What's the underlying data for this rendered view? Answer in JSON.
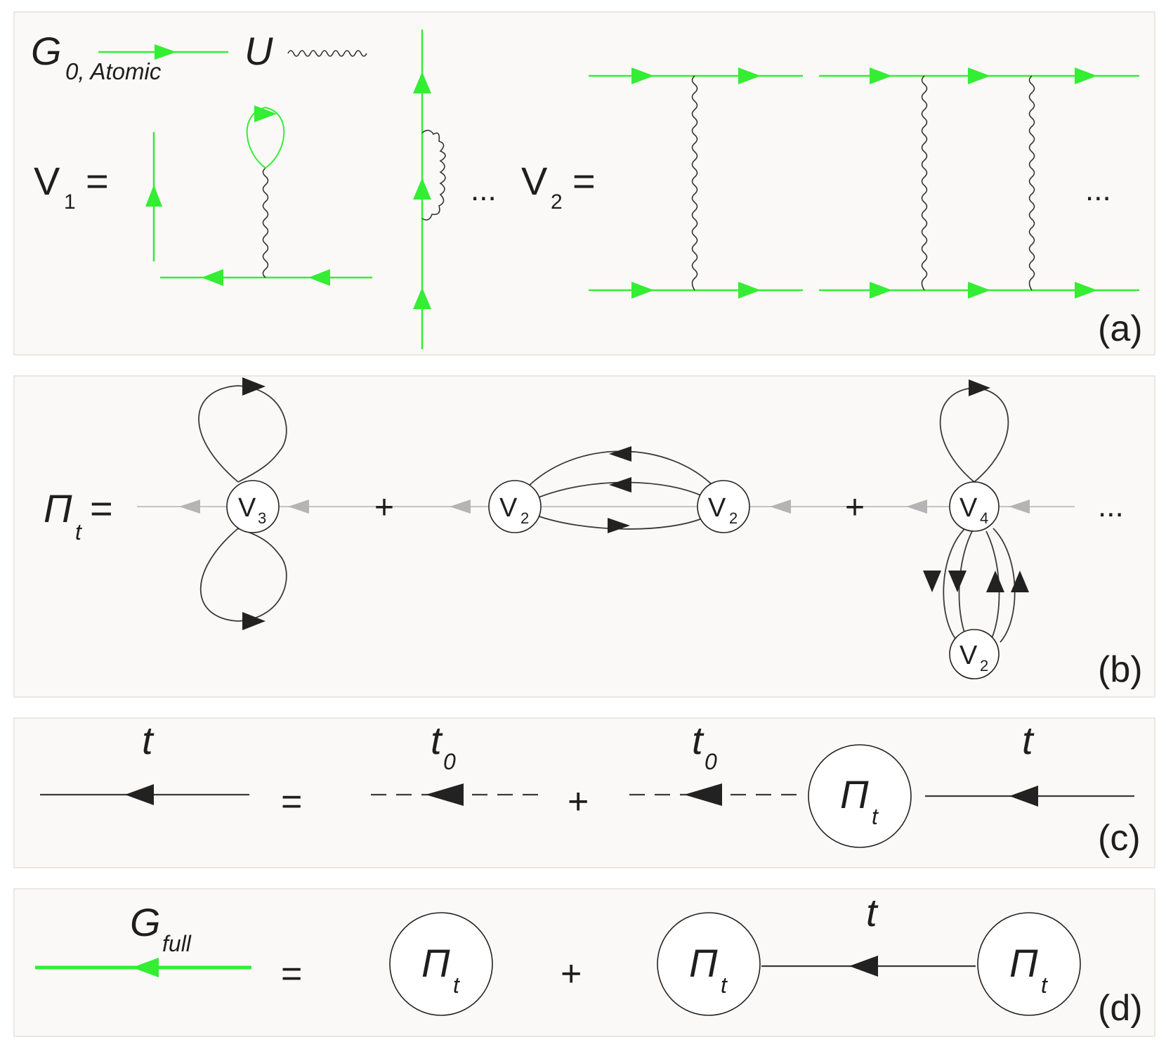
{
  "panels": {
    "a": {
      "tag": "(a)",
      "legend": {
        "g0_symbol": "G",
        "g0_sub": "0, Atomic",
        "u_symbol": "U"
      },
      "v1": {
        "symbol": "V",
        "sub": "1",
        "eq": "="
      },
      "v2": {
        "symbol": "V",
        "sub": "2",
        "eq": "="
      },
      "ellipsis": "..."
    },
    "b": {
      "tag": "(b)",
      "lhs": {
        "symbol": "Π",
        "sub": "t",
        "eq": "="
      },
      "plus": "+",
      "ellipsis": "...",
      "vertices": [
        {
          "symbol": "V",
          "sub": "3"
        },
        {
          "symbol": "V",
          "sub": "2"
        },
        {
          "symbol": "V",
          "sub": "2"
        },
        {
          "symbol": "V",
          "sub": "4"
        },
        {
          "symbol": "V",
          "sub": "2"
        }
      ]
    },
    "c": {
      "tag": "(c)",
      "t": "t",
      "t0": {
        "symbol": "t",
        "sub": "0"
      },
      "eq": "=",
      "plus": "+",
      "pi": {
        "symbol": "Π",
        "sub": "t"
      }
    },
    "d": {
      "tag": "(d)",
      "gfull": {
        "symbol": "G",
        "sub": "full"
      },
      "eq": "=",
      "plus": "+",
      "t": "t",
      "pi": {
        "symbol": "Π",
        "sub": "t"
      }
    }
  },
  "colors": {
    "propagator_green": "#33ee33",
    "line_dark": "#3a3a3a",
    "line_grey": "#c4c4c4",
    "panel_bg": "#fbf9f8"
  }
}
